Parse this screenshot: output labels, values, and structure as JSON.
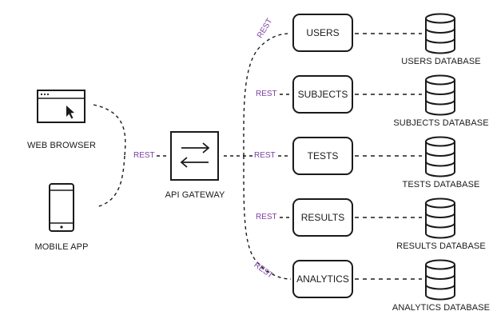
{
  "clients": {
    "web_browser": "WEB BROWSER",
    "mobile_app": "MOBILE APP"
  },
  "gateway": {
    "label": "API GATEWAY"
  },
  "connection_label": "REST",
  "services": [
    {
      "name": "USERS",
      "database": "USERS DATABASE"
    },
    {
      "name": "SUBJECTS",
      "database": "SUBJECTS DATABASE"
    },
    {
      "name": "TESTS",
      "database": "TESTS DATABASE"
    },
    {
      "name": "RESULTS",
      "database": "RESULTS DATABASE"
    },
    {
      "name": "ANALYTICS",
      "database": "ANALYTICS DATABASE"
    }
  ],
  "colors": {
    "line": "#1a1a1a",
    "rest_label": "#7a3fa0"
  }
}
